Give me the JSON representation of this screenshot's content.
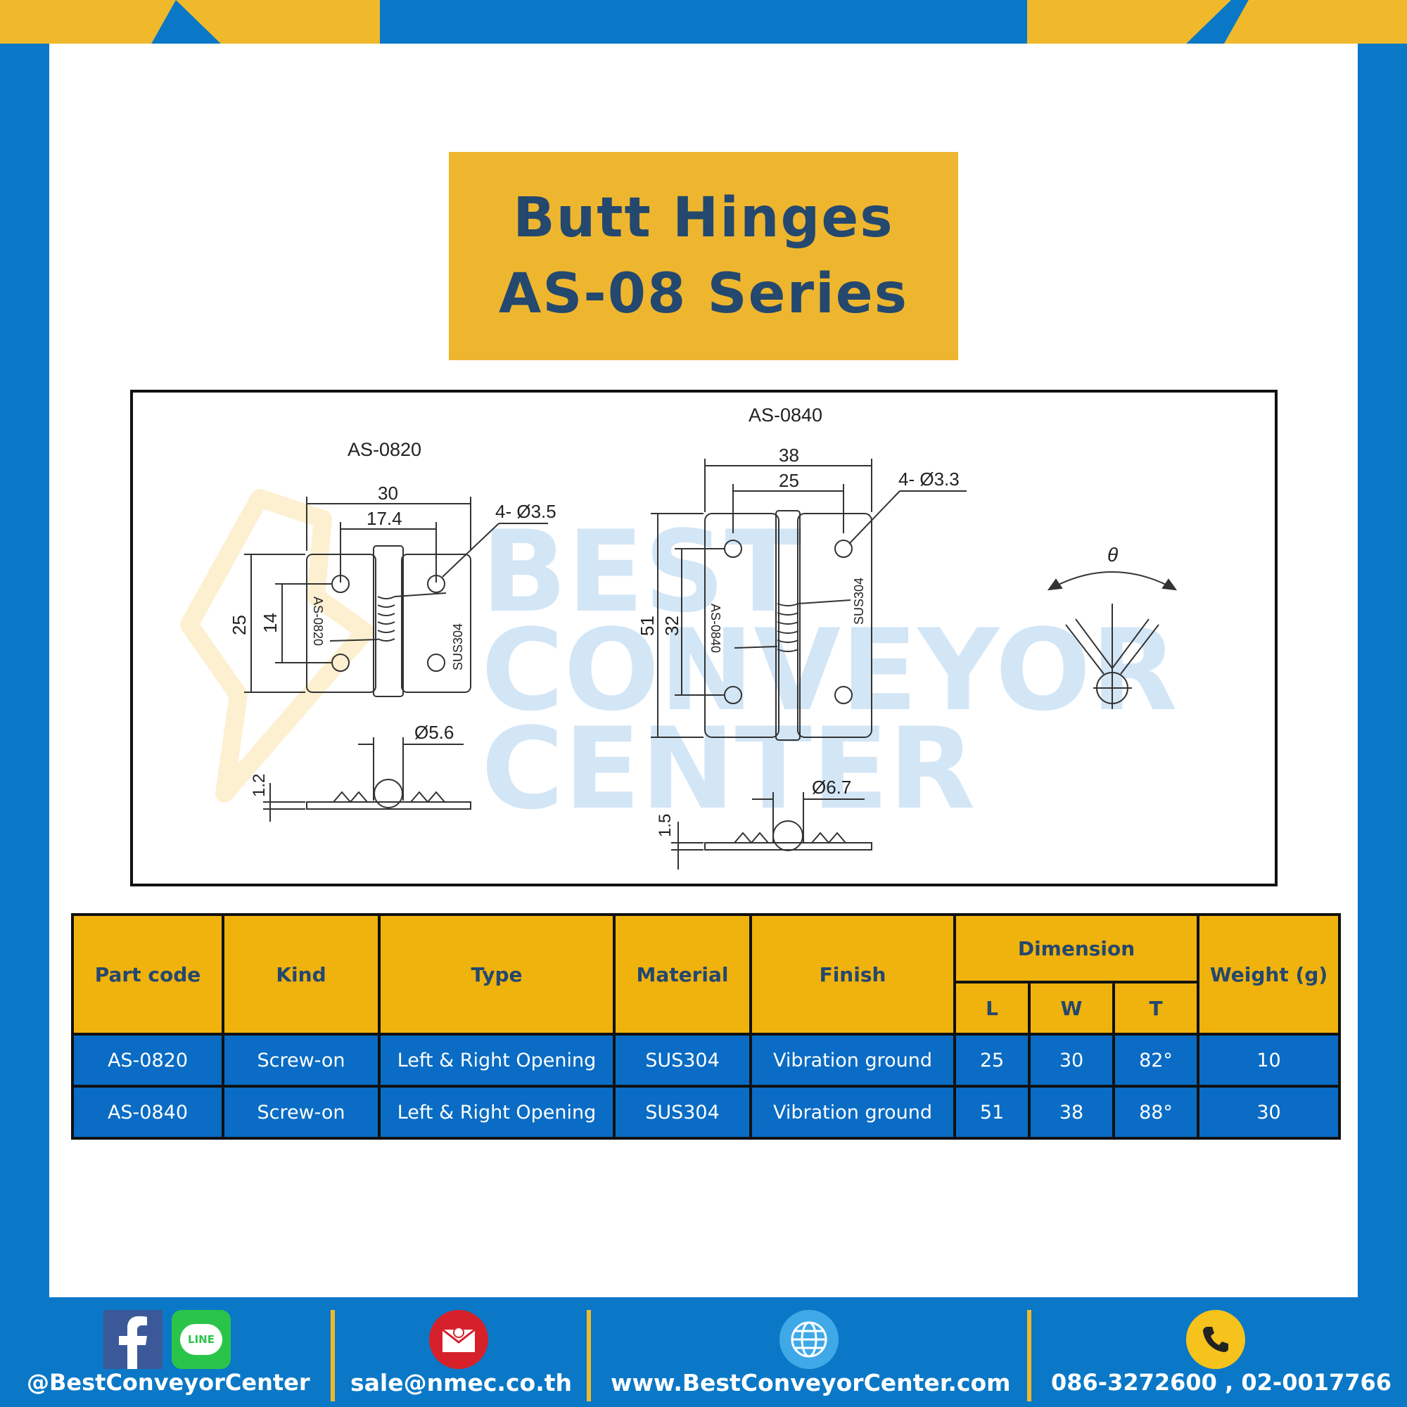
{
  "title": {
    "line1": "Butt Hinges",
    "line2": "AS-08 Series"
  },
  "drawing": {
    "small": {
      "label": "AS-0820",
      "dim_width": "30",
      "dim_hole_span": "17.4",
      "dim_holes": "4- Ø3.5",
      "dim_length": "25",
      "dim_hole_pitch": "14",
      "dim_pin": "Ø5.6",
      "dim_thickness": "1.2",
      "plate_code": "AS-0820",
      "plate_material": "SUS304"
    },
    "large": {
      "label": "AS-0840",
      "dim_width": "38",
      "dim_hole_span": "25",
      "dim_holes": "4- Ø3.3",
      "dim_length": "51",
      "dim_hole_pitch": "32",
      "dim_pin": "Ø6.7",
      "dim_thickness": "1.5",
      "plate_code": "AS-0840",
      "plate_material": "SUS304"
    },
    "angle_symbol": "θ",
    "watermark": [
      "BEST",
      "CONVEYOR",
      "CENTER"
    ]
  },
  "table": {
    "headers": {
      "part_code": "Part code",
      "kind": "Kind",
      "type": "Type",
      "material": "Material",
      "finish": "Finish",
      "dimension": "Dimension",
      "weight": "Weight (g)",
      "l": "L",
      "w": "W",
      "t": "T"
    },
    "rows": [
      {
        "part_code": "AS-0820",
        "kind": "Screw-on",
        "type": "Left & Right Opening",
        "material": "SUS304",
        "finish": "Vibration ground",
        "l": "25",
        "w": "30",
        "t": "82°",
        "weight": "10"
      },
      {
        "part_code": "AS-0840",
        "kind": "Screw-on",
        "type": "Left & Right Opening",
        "material": "SUS304",
        "finish": "Vibration ground",
        "l": "51",
        "w": "38",
        "t": "88°",
        "weight": "30"
      }
    ]
  },
  "footer": {
    "social": "@BestConveyorCenter",
    "email": "sale@nmec.co.th",
    "website": "www.BestConveyorCenter.com",
    "phone": "086-3272600 , 02-0017766",
    "line_badge": "LINE"
  },
  "colors": {
    "frame_blue": "#0a78c6",
    "accent_yellow": "#f0b92c",
    "title_navy": "#24486e",
    "row_blue": "#0a6cc4"
  }
}
